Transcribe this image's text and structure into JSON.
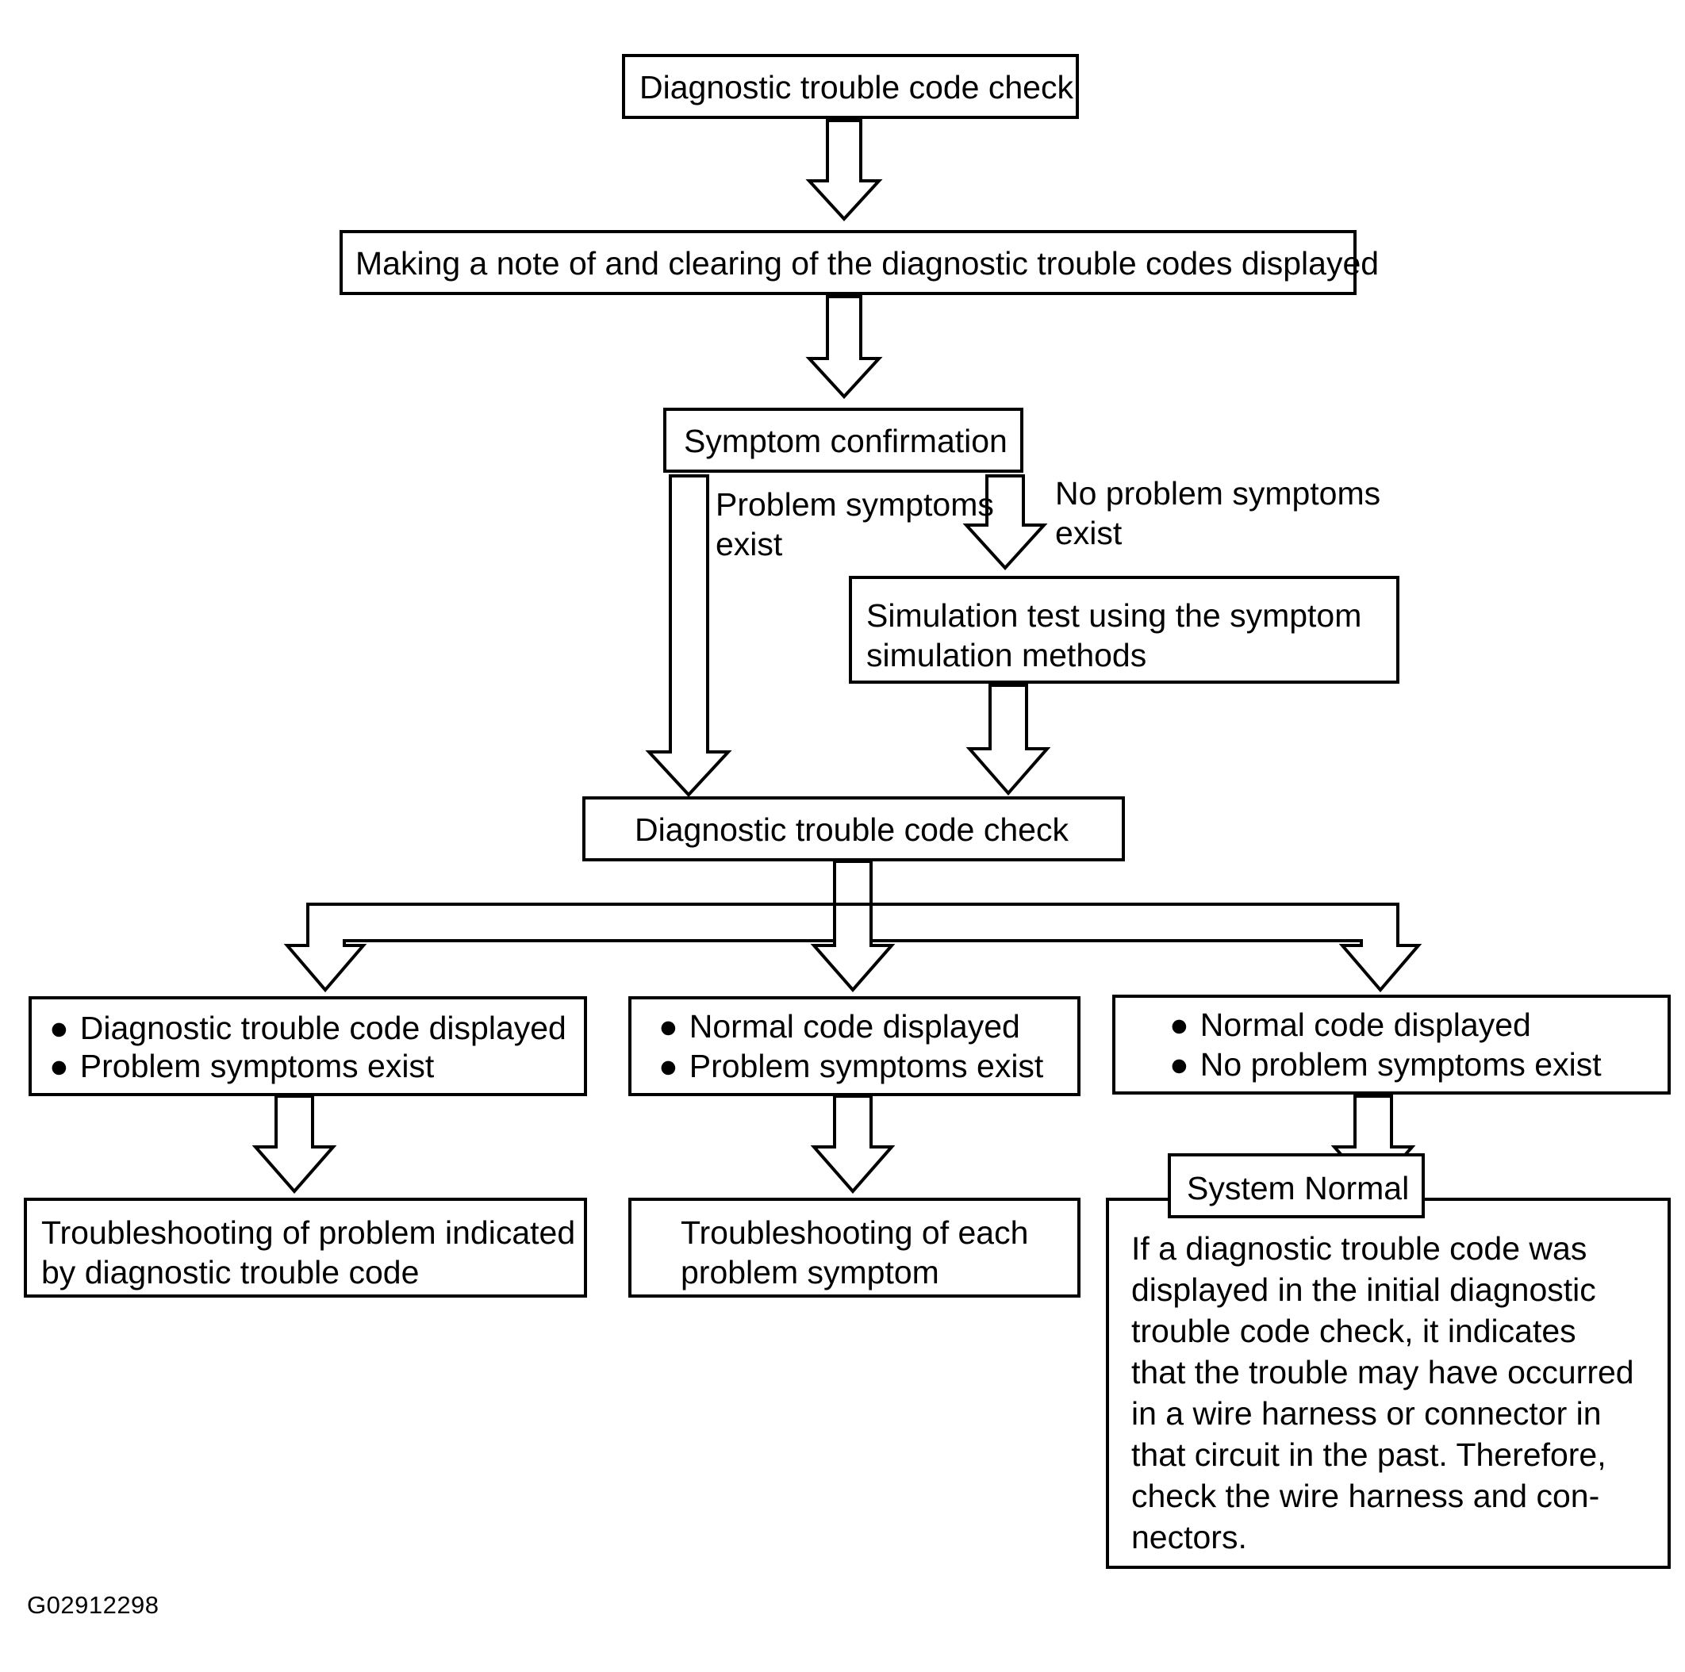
{
  "figure": {
    "id_label": "G02912298",
    "type": "flowchart",
    "orientation": "top-down"
  },
  "nodes": {
    "start_check": {
      "label": "Diagnostic trouble code check"
    },
    "note_clear": {
      "label": "Making a note of and clearing of the diagnostic trouble codes displayed"
    },
    "symptom_confirmation": {
      "label": "Symptom confirmation"
    },
    "simulation_test": {
      "line1": "Simulation test using the symptom",
      "line2": "simulation methods"
    },
    "second_check": {
      "label": "Diagnostic trouble code check"
    },
    "outcome_left": {
      "bullets": [
        "Diagnostic trouble code displayed",
        "Problem symptoms exist"
      ]
    },
    "outcome_middle": {
      "bullets": [
        "Normal code displayed",
        "Problem symptoms exist"
      ]
    },
    "outcome_right": {
      "bullets": [
        "Normal code displayed",
        "No problem symptoms exist"
      ]
    },
    "action_left": {
      "line1": "Troubleshooting of problem indicated",
      "line2": "by diagnostic trouble code"
    },
    "action_middle": {
      "line1": "Troubleshooting of each",
      "line2": "problem symptom"
    },
    "system_normal": {
      "title": "System Normal",
      "note_lines": [
        "If a diagnostic trouble code was",
        "displayed in the initial diagnostic",
        "trouble code check, it indicates",
        "that the trouble may have occurred",
        "in a wire harness or connector in",
        "that circuit in the past. Therefore,",
        "check the wire harness and con-",
        "nectors."
      ]
    }
  },
  "edge_labels": {
    "problem_exists": {
      "line1": "Problem symptoms",
      "line2": "exist"
    },
    "no_problem_exists": {
      "line1": "No problem symptoms",
      "line2": "exist"
    }
  },
  "bullet_glyph": "●",
  "colors": {
    "stroke": "#000000",
    "fill": "#ffffff",
    "text": "#000000"
  }
}
